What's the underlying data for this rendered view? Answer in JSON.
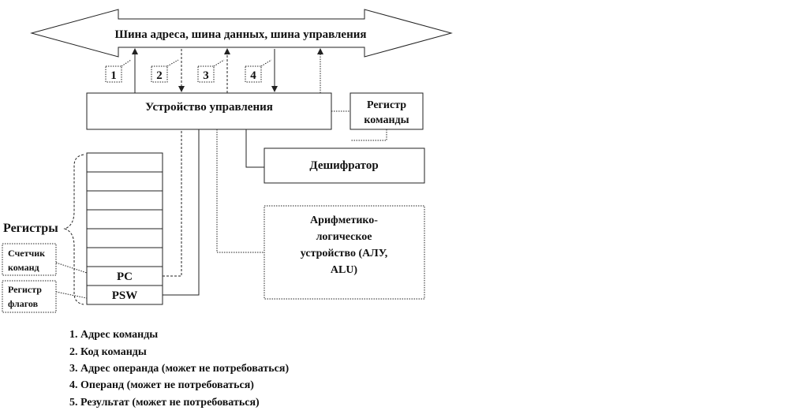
{
  "bus": {
    "label": "Шина адреса, шина данных, шина управления"
  },
  "connections": [
    "1",
    "2",
    "3",
    "4"
  ],
  "control_unit": {
    "label": "Устройство управления"
  },
  "instruction_register": {
    "line1": "Регистр",
    "line2": "команды"
  },
  "decoder": {
    "label": "Дешифратор"
  },
  "alu": {
    "line1": "Арифметико-",
    "line2": "логическое",
    "line3": "устройство (АЛУ,",
    "line4": "ALU)"
  },
  "registers": {
    "label": "Регистры",
    "pc": "PC",
    "psw": "PSW"
  },
  "callouts": {
    "counter": {
      "line1": "Счетчик",
      "line2": "команд"
    },
    "flags": {
      "line1": "Регистр",
      "line2": "флагов"
    }
  },
  "legend": [
    "1.  Адрес команды",
    "2.  Код команды",
    "3.  Адрес операнда (может не потребоваться)",
    "4.  Операнд (может не потребоваться)",
    "5.  Результат (может не потребоваться)"
  ]
}
